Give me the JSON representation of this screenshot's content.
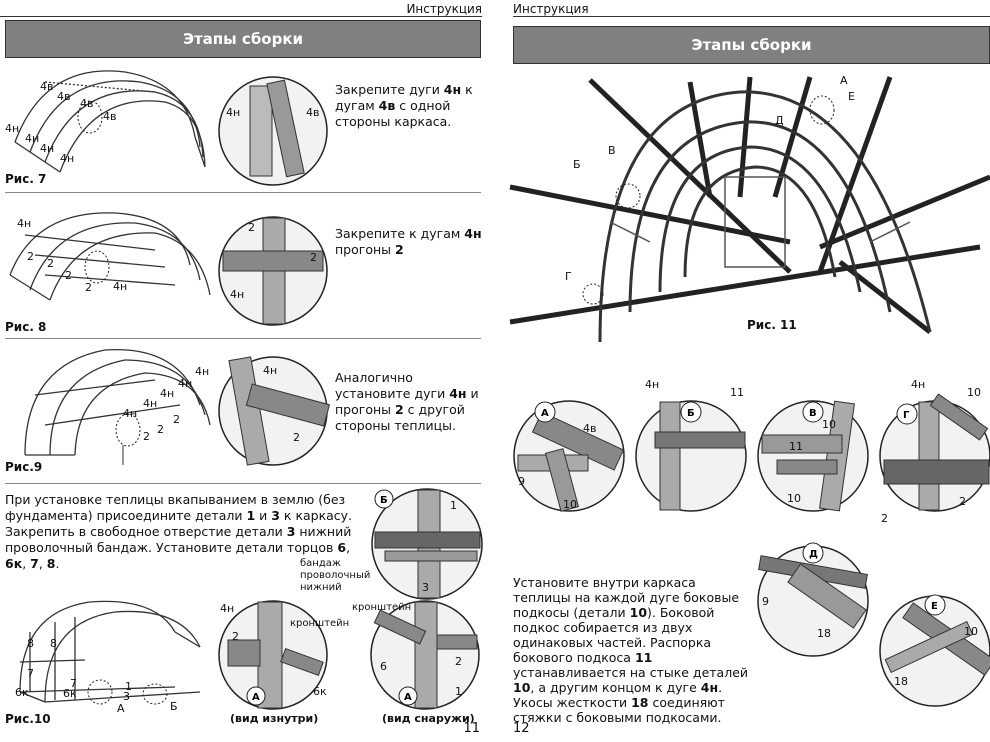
{
  "header": {
    "running_title": "Инструкция",
    "section_title": "Этапы сборки"
  },
  "left": {
    "page_number": "11",
    "fig7": {
      "caption": "Рис. 7",
      "text_parts": [
        "Закрепите дуги ",
        "4н",
        " к дугам ",
        "4в",
        " с одной стороны каркаса."
      ]
    },
    "fig8": {
      "caption": "Рис. 8",
      "text_parts": [
        "Закрепите к дугам ",
        "4н",
        " прогоны ",
        "2"
      ]
    },
    "fig9": {
      "caption": "Рис.9",
      "text_parts": [
        "Аналогично установите дуги ",
        "4н",
        " и прогоны ",
        "2",
        " с другой стороны теплицы."
      ]
    },
    "fig10": {
      "caption": "Рис.10",
      "text_parts": [
        "При установке теплицы вкапыванием в землю (без фундамента) присоедините детали ",
        "1",
        " и ",
        "3",
        " к каркасу. Закрепить в свободное отверстие детали ",
        "3",
        " нижний проволочный бандаж. Установите детали торцов ",
        "6",
        ", ",
        "6к",
        ", ",
        "7",
        ", ",
        "8",
        "."
      ],
      "label_inside": "(вид изнутри)",
      "label_outside": "(вид снаружи)",
      "bandage_label": "бандаж проволочный нижний",
      "bracket_label": "кронштейн"
    }
  },
  "right": {
    "page_number": "12",
    "fig11": {
      "caption": "Рис. 11"
    },
    "text_parts": [
      "Установите внутри каркаса теплицы на каждой дуге боковые подкосы (детали ",
      "10",
      "). Боковой подкос собирается из двух одинаковых частей. Распорка бокового подкоса ",
      "11",
      " устанавливается на стыке деталей ",
      "10",
      ", а другим концом к дуге ",
      "4н",
      ". Укосы жесткости ",
      "18",
      " соединяют стяжки с боковыми подкосами."
    ],
    "detail_badges": [
      "А",
      "Б",
      "В",
      "Г",
      "Д",
      "Е"
    ]
  }
}
